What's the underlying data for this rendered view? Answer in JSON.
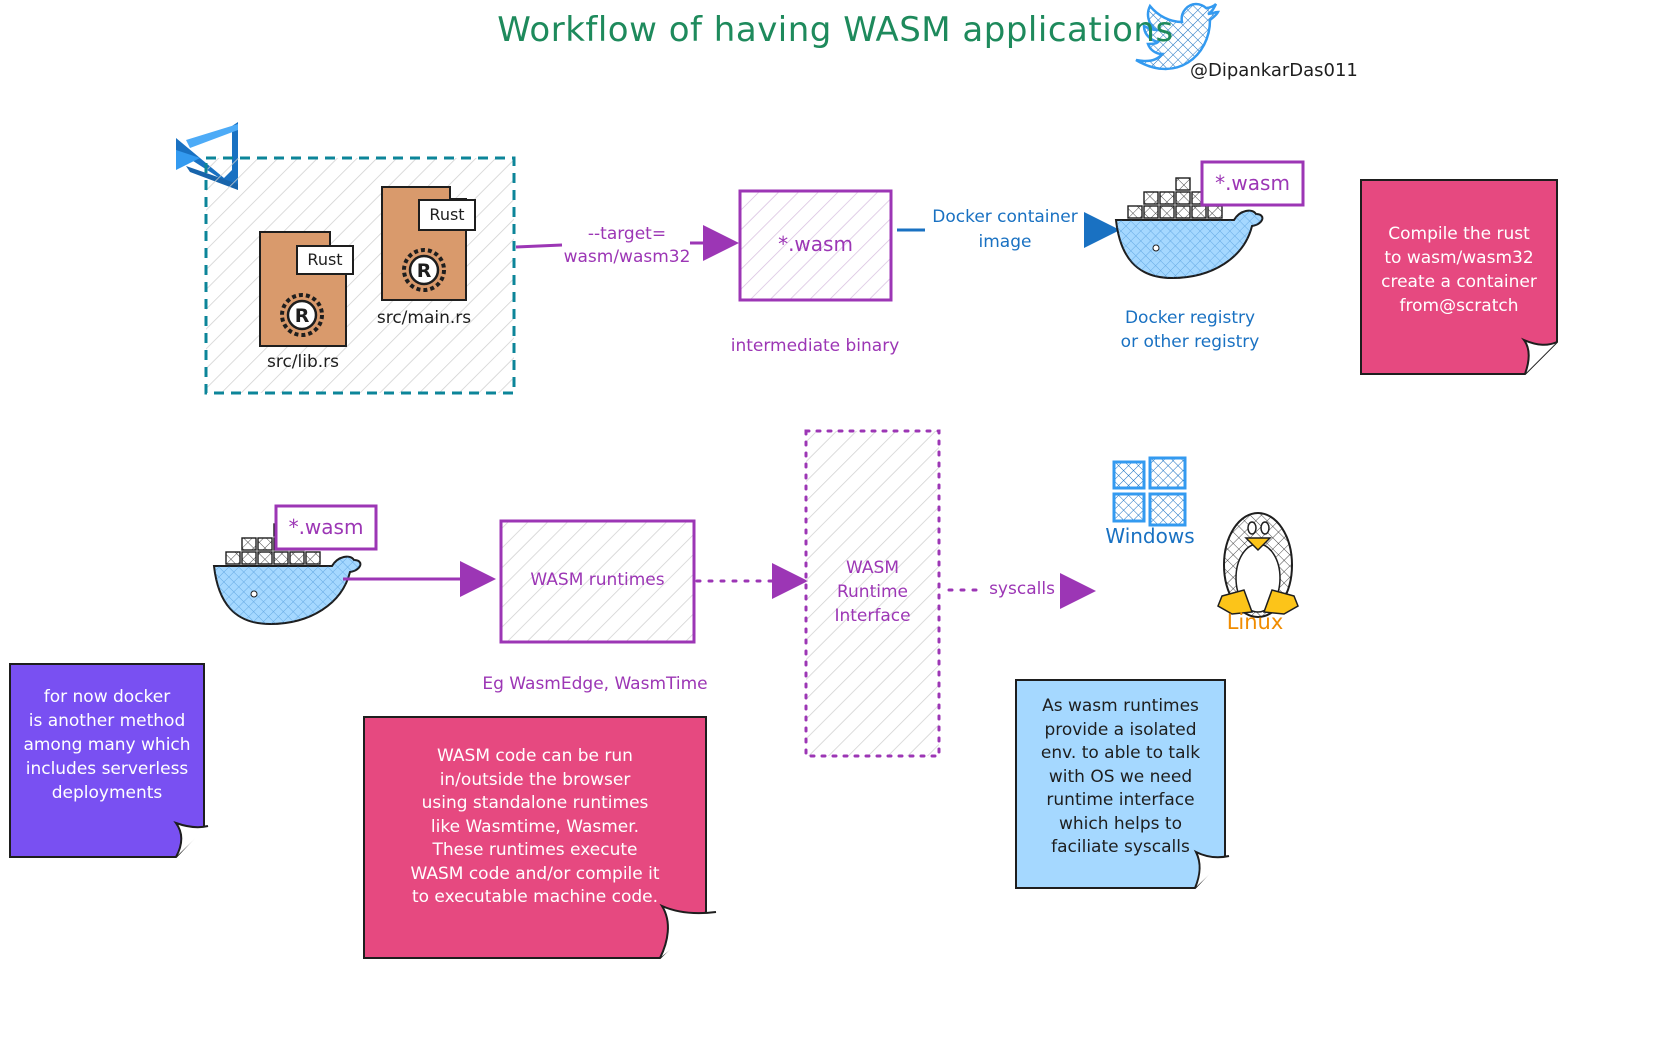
{
  "title": "Workflow of having WASM applications",
  "twitter_handle": "@DipankarDas011",
  "rust_label": "Rust",
  "files": {
    "lib": "src/lib.rs",
    "main": "src/main.rs"
  },
  "compile_arrow_label": {
    "line1": "--target=",
    "line2": "wasm/wasm32"
  },
  "wasm_binary": {
    "label": "*.wasm",
    "caption": "intermediate binary"
  },
  "docker_image_label": {
    "line1": "Docker container",
    "line2": "image"
  },
  "docker_tag": "*.wasm",
  "registry_label": {
    "line1": "Docker registry",
    "line2": "or other registry"
  },
  "runtimes": {
    "label": "WASM runtimes",
    "caption": "Eg WasmEdge, WasmTime"
  },
  "wasi": {
    "line1": "WASM",
    "line2": "Runtime",
    "line3": "Interface"
  },
  "syscalls_label": "syscalls",
  "os": {
    "windows": "Windows",
    "linux": "Linux"
  },
  "notes": {
    "compile": "Compile the rust\nto wasm/wasm32\ncreate a container\nfrom@scratch",
    "docker": "for now docker\nis another method\namong many which\nincludes serverless\ndeployments",
    "wasm_code": "WASM code can be run\nin/outside the browser\nusing standalone runtimes\nlike Wasmtime, Wasmer.\nThese runtimes execute\nWASM code and/or compile it\nto executable machine code.",
    "interface": "As wasm runtimes\nprovide a isolated\nenv. to able to talk\nwith OS we need\nruntime interface\nwhich helps to\nfaciliate syscalls"
  },
  "colors": {
    "title": "#1e8a5c",
    "purple": "#9c36b5",
    "blue": "#1971c2",
    "teal": "#0c8599",
    "rust_file": "#d99a6c",
    "note_pink": "#e64980",
    "note_violet": "#7950f2",
    "note_lightblue": "#a5d8ff",
    "windows": "#339af0",
    "linux": "#f08c00"
  }
}
